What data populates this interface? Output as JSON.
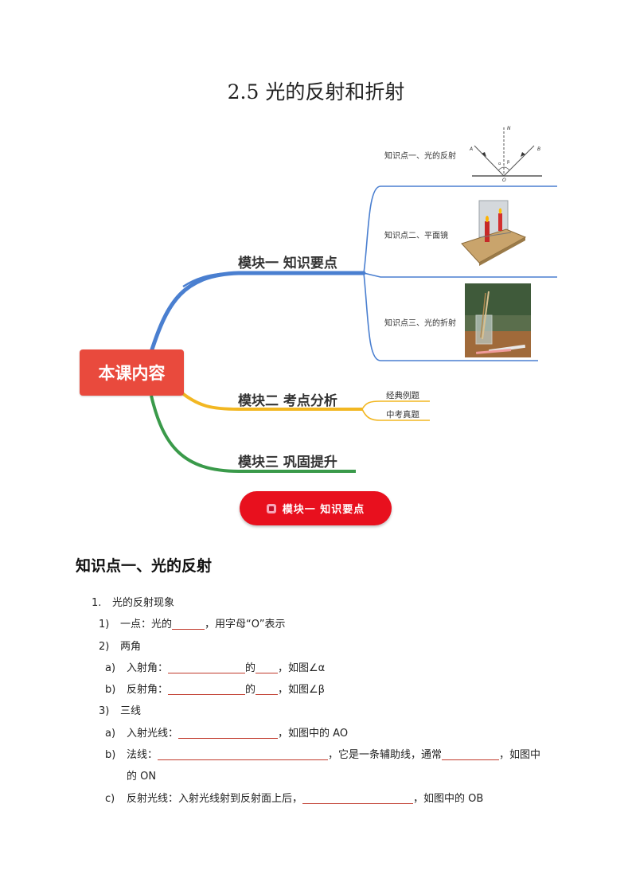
{
  "page_title": "2.5 光的反射和折射",
  "mindmap": {
    "root": "本课内容",
    "modules": [
      {
        "label": "模块一 知识要点",
        "color": "#4a7fd0"
      },
      {
        "label": "模块二 考点分析",
        "color": "#f2b722"
      },
      {
        "label": "模块三 巩固提升",
        "color": "#3a9a4a"
      }
    ],
    "module1_items": [
      "知识点一、光的反射",
      "知识点二、平面镜",
      "知识点三、光的折射"
    ],
    "module2_items": [
      "经典例题",
      "中考真题"
    ],
    "diagram_labels": {
      "n": "N",
      "a": "A",
      "b": "B",
      "o": "O",
      "alpha": "α",
      "beta": "β"
    }
  },
  "badge": {
    "label": "模块一  知识要点"
  },
  "section_title": "知识点一、光的反射",
  "content": {
    "l1": {
      "num": "1.",
      "text": "光的反射现象"
    },
    "l2": {
      "num": "1)",
      "pre": "一点：光的",
      "post": "，用字母“O”表示"
    },
    "l3": {
      "num": "2)",
      "text": "两角"
    },
    "l4": {
      "num": "a)",
      "pre": "入射角：",
      "mid": "的",
      "post": "，如图∠α"
    },
    "l5": {
      "num": "b)",
      "pre": "反射角：",
      "mid": "的",
      "post": "，如图∠β"
    },
    "l6": {
      "num": "3)",
      "text": "三线"
    },
    "l7": {
      "num": "a)",
      "pre": "入射光线：",
      "post": "，如图中的 AO"
    },
    "l8": {
      "num": "b)",
      "pre": "法线：",
      "mid": "，它是一条辅助线，通常",
      "post": "，如图中"
    },
    "l8b": {
      "text": "的 ON"
    },
    "l9": {
      "num": "c)",
      "pre": "反射光线：入射光线射到反射面上后，",
      "post": "，如图中的 OB"
    }
  }
}
